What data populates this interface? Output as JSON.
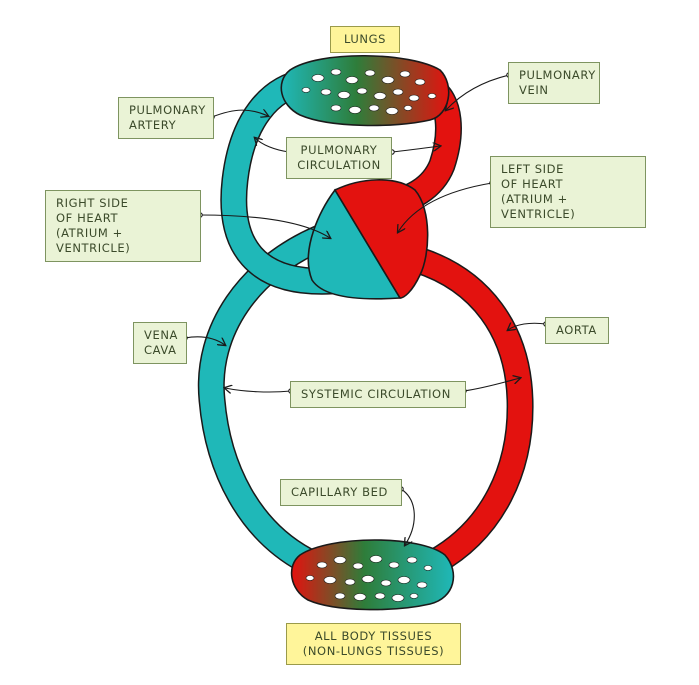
{
  "title_top": "LUNGS",
  "title_bottom": "ALL BODY TISSUES\n(NON-LUNGS TISSUES)",
  "labels": {
    "pulmonary_artery": "PULMONARY\nARTERY",
    "pulmonary_vein": "PULMONARY\nVEIN",
    "pulmonary_circulation": "PULMONARY\nCIRCULATION",
    "left_heart": "LEFT SIDE\nOF HEART\n(ATRIUM + VENTRICLE)",
    "right_heart": "RIGHT SIDE\nOF HEART\n(ATRIUM + VENTRICLE)",
    "vena_cava": "VENA\nCAVA",
    "aorta": "AORTA",
    "systemic_circulation": "SYSTEMIC  CIRCULATION",
    "capillary_bed": "CAPILLARY  BED"
  },
  "colors": {
    "deoxygenated": "#1fb8b8",
    "oxygenated": "#e3120f",
    "capillary_mid": "#2e7d3a",
    "outline": "#1a1a1a",
    "tag_fill": "#eaf3d6",
    "title_fill": "#fff59a"
  }
}
